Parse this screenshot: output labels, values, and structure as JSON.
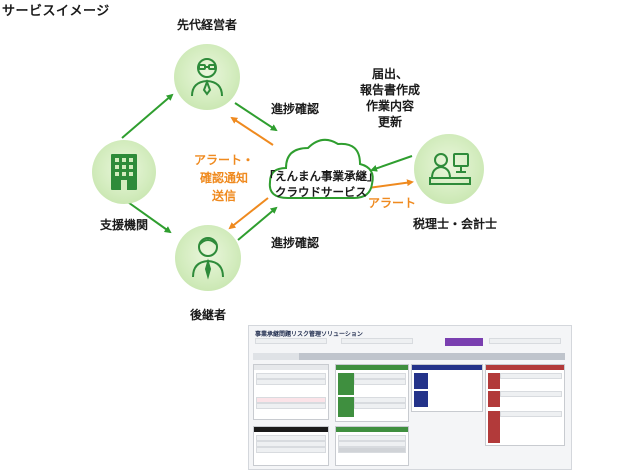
{
  "title": "サービスイメージ",
  "nodes": {
    "predecessor": "先代経営者",
    "support": "支援機関",
    "successor": "後継者",
    "tax": "税理士・会計士",
    "cloud_line1": "「えんまん事業承継」",
    "cloud_line2": "クラウドサービス"
  },
  "arrows": {
    "progress_top": "進捗確認",
    "progress_bottom": "進捗確認",
    "alert_left": [
      "アラート・",
      "確認通知",
      "送信"
    ],
    "alert_right": "アラート",
    "filing": [
      "届出、",
      "報告書作成",
      "作業内容",
      "更新"
    ]
  },
  "colors": {
    "green": "#2f9e2f",
    "orange": "#ef8a1f",
    "circle": "#d3ecbe",
    "icon_green": "#2e8b3a"
  },
  "screenshot": {
    "header": "事業承継問題リスク管理ソリューション",
    "tabs": [
      "",
      "",
      "",
      ""
    ],
    "sections": {
      "left_title": "",
      "mid_title": "",
      "right1_title": "",
      "right2_title": ""
    }
  }
}
